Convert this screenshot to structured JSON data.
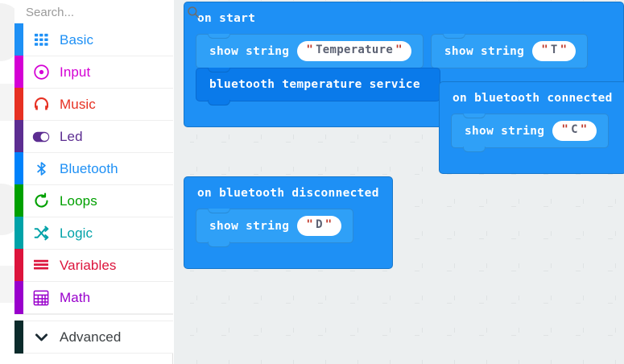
{
  "app": {
    "name": "makecode-blocks-editor"
  },
  "search": {
    "placeholder": "Search...",
    "value": "",
    "icon": "search-icon"
  },
  "sidebar": {
    "categories": [
      {
        "label": "Basic",
        "icon": "grid-icon",
        "color": "#1e90f5",
        "text_color": "#1e90f5"
      },
      {
        "label": "Input",
        "icon": "target-icon",
        "color": "#d400d4",
        "text_color": "#d400d4"
      },
      {
        "label": "Music",
        "icon": "headphone-icon",
        "color": "#e63022",
        "text_color": "#e63022"
      },
      {
        "label": "Led",
        "icon": "toggle-icon",
        "color": "#5c2d91",
        "text_color": "#5c2d91"
      },
      {
        "label": "Bluetooth",
        "icon": "bluetooth-icon",
        "color": "#0082fb",
        "text_color": "#1e90f5"
      },
      {
        "label": "Loops",
        "icon": "refresh-icon",
        "color": "#00a000",
        "text_color": "#00a000"
      },
      {
        "label": "Logic",
        "icon": "shuffle-icon",
        "color": "#00a2a8",
        "text_color": "#00a2a8"
      },
      {
        "label": "Variables",
        "icon": "list-icon",
        "color": "#dc143c",
        "text_color": "#dc143c"
      },
      {
        "label": "Math",
        "icon": "calculator-icon",
        "color": "#9900cc",
        "text_color": "#9900cc"
      }
    ],
    "advanced": {
      "label": "Advanced",
      "icon": "chevron-down-icon",
      "color": "#0b2b2b",
      "text_color": "#3c4043"
    }
  },
  "workspace": {
    "background_color": "#eceff0",
    "grid_color": "#dfe3e4",
    "blocks": [
      {
        "id": "on-start",
        "hat_label": "on start",
        "color": "#1e90f5",
        "statements": [
          {
            "label": "show string",
            "color": "#2fa0f7",
            "field": {
              "open_quote": "\"",
              "text": "Temperature",
              "close_quote": "\""
            }
          },
          {
            "label": "show string",
            "color": "#2fa0f7",
            "field": {
              "open_quote": "\"",
              "text": "T",
              "close_quote": "\""
            }
          },
          {
            "label": "bluetooth temperature service",
            "color": "#0a7aea",
            "field": null
          }
        ]
      },
      {
        "id": "on-bluetooth-disconnected",
        "hat_label": "on bluetooth disconnected",
        "color": "#1e90f5",
        "statements": [
          {
            "label": "show string",
            "color": "#2fa0f7",
            "field": {
              "open_quote": "\"",
              "text": "D",
              "close_quote": "\""
            }
          }
        ]
      },
      {
        "id": "on-bluetooth-connected",
        "hat_label": "on bluetooth connected",
        "color": "#1e90f5",
        "statements": [
          {
            "label": "show string",
            "color": "#2fa0f7",
            "field": {
              "open_quote": "\"",
              "text": "C",
              "close_quote": "\""
            }
          }
        ]
      }
    ]
  }
}
